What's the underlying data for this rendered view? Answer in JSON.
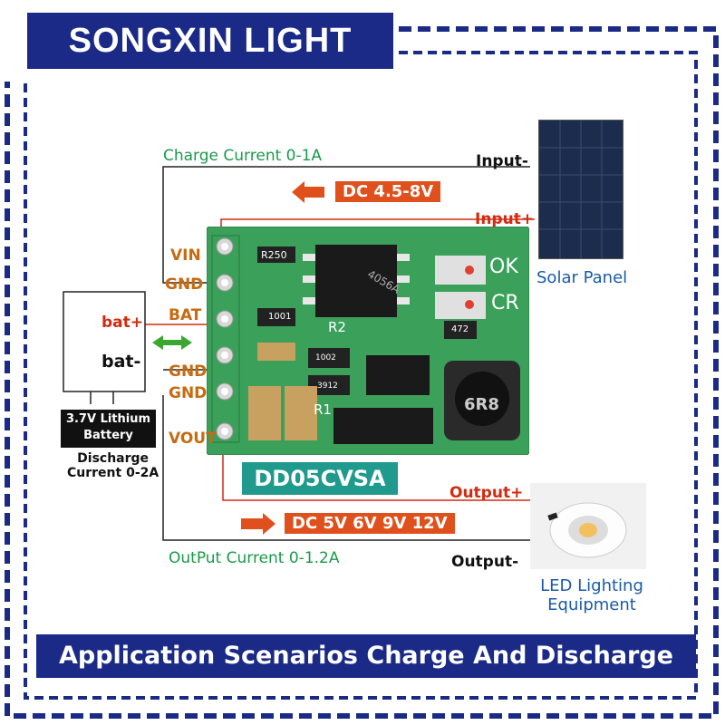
{
  "brand": "SONGXIN LIGHT",
  "labels": {
    "charge_current": "Charge Current 0-1A",
    "input_minus": "Input-",
    "input_plus": "Input+",
    "dc_input": "DC 4.5-8V",
    "solar_panel": "Solar Panel",
    "vin": "VIN",
    "gnd1": "GND",
    "bat": "BAT",
    "gnd2": "GND",
    "gnd3": "GND",
    "vout": "VOUT",
    "bat_plus": "bat+",
    "bat_minus": "bat-",
    "battery_line1": "3.7V Lithium",
    "battery_line2": "Battery",
    "discharge_line1": "Discharge",
    "discharge_line2": "Current 0-2A",
    "model": "DD05CVSA",
    "output_plus": "Output+",
    "dc_output": "DC 5V 6V 9V 12V",
    "output_current": "OutPut Current 0-1.2A",
    "output_minus": "Output-",
    "led_line1": "LED Lighting",
    "led_line2": "Equipment",
    "pcb_ok": "OK",
    "pcb_cr": "CR",
    "pcb_r2": "R2",
    "pcb_r1": "R1",
    "pcb_r250": "R250",
    "pcb_1001": "1001",
    "pcb_1002": "1002",
    "pcb_3912": "3912",
    "pcb_472": "472",
    "pcb_chip": "4056A",
    "pcb_6r8": "6R8"
  },
  "footer": "Application Scenarios Charge And Discharge",
  "colors": {
    "navy": "#1a2a86",
    "pcb_green": "#3aa05a",
    "wire_red": "#d42a10",
    "accent_orange": "#e0501c",
    "label_green": "#1a9a4a",
    "label_blue": "#1a5aa8"
  }
}
